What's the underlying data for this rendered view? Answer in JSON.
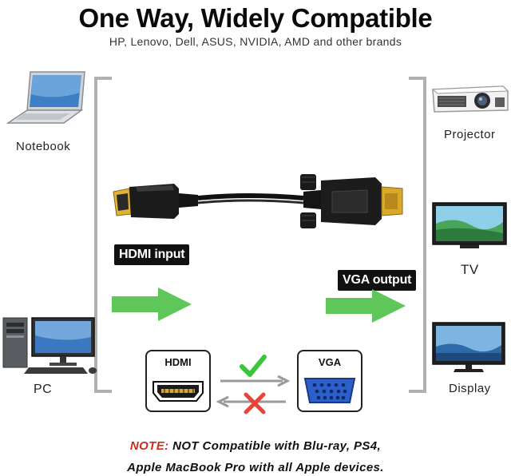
{
  "header": {
    "title": "One Way, Widely Compatible",
    "subtitle": "HP, Lenovo, Dell, ASUS, NVIDIA, AMD and other brands"
  },
  "sources": [
    {
      "label": "Notebook",
      "icon": "laptop-icon"
    },
    {
      "label": "PC",
      "icon": "desktop-computer-icon"
    }
  ],
  "destinations": [
    {
      "label": "Projector",
      "icon": "projector-icon"
    },
    {
      "label": "TV",
      "icon": "tv-icon"
    },
    {
      "label": "Display",
      "icon": "monitor-icon"
    }
  ],
  "tags": {
    "input": "HDMI input",
    "output": "VGA output"
  },
  "ports": {
    "hdmi": "HDMI",
    "vga": "VGA"
  },
  "note": {
    "prefix": "NOTE:",
    "line1": " NOT Compatible with Blu-ray, PS4,",
    "line2": "Apple MacBook Pro with all Apple devices."
  },
  "colors": {
    "arrow_green": "#5fc65a",
    "check_green": "#3cc43a",
    "cross_red": "#e8443a",
    "note_red": "#d42a1e",
    "bracket_gray": "#b0b0b0",
    "port_blue": "#2c5fc9"
  }
}
